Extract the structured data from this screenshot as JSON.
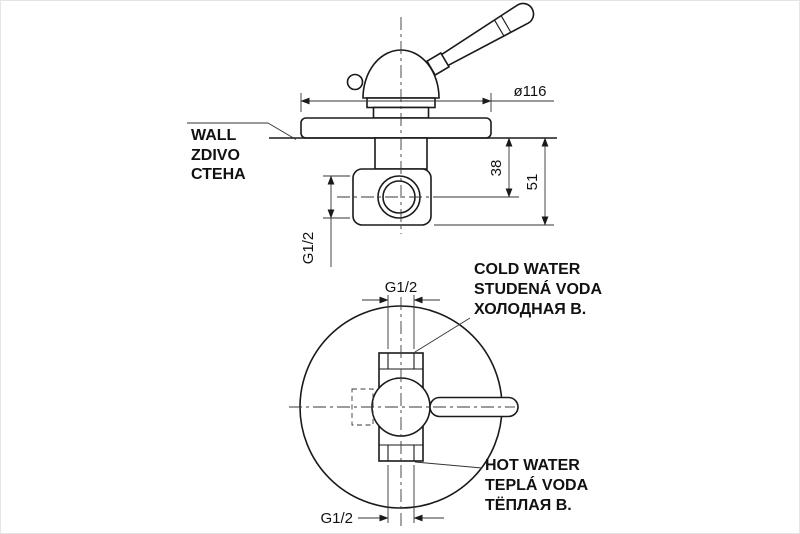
{
  "drawing": {
    "side_view": {
      "wall_label": {
        "en": "WALL",
        "cz": "ZDIVO",
        "ru": "СТЕНА"
      },
      "dim_diameter": "ø116",
      "dim_offset": "38",
      "dim_depth": "51",
      "thread": "G1/2"
    },
    "front_view": {
      "thread_top": "G1/2",
      "thread_bottom": "G1/2",
      "cold": {
        "en": "COLD WATER",
        "cz": "STUDENÁ VODA",
        "ru": "ХОЛОДНАЯ В."
      },
      "hot": {
        "en": "HOT WATER",
        "cz": "TEPLÁ VODA",
        "ru": "ТЁПЛАЯ В."
      }
    }
  },
  "colors": {
    "line": "#1a1a1a",
    "background": "#ffffff"
  }
}
